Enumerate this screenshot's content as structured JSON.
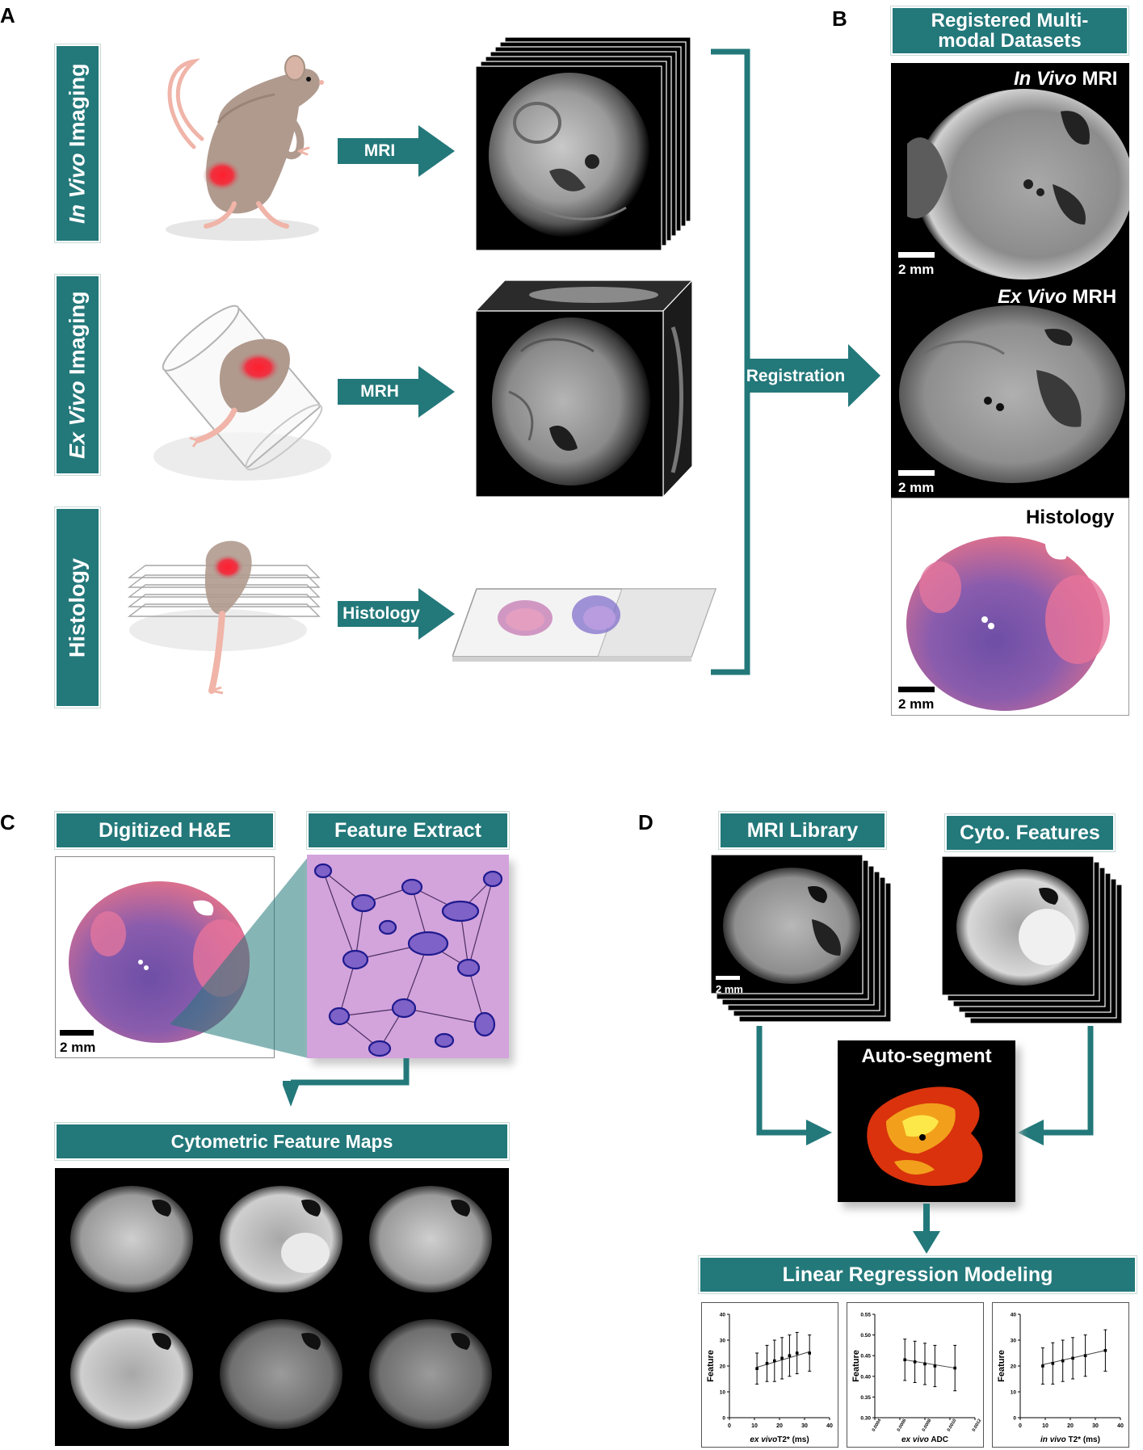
{
  "panels": {
    "A": "A",
    "B": "B",
    "C": "C",
    "D": "D"
  },
  "row_labels": {
    "in_vivo_em": "In Vivo",
    "in_vivo_rest": " Imaging",
    "ex_vivo_em": "Ex Vivo",
    "ex_vivo_rest": " Imaging",
    "histology": "Histology"
  },
  "arrows": {
    "mri": "MRI",
    "mrh": "MRH",
    "histology": "Histology",
    "registration": "Registration"
  },
  "panel_b": {
    "title_line1": "Registered Multi-",
    "title_line2": "modal Datasets",
    "in_vivo_em": "In Vivo",
    "in_vivo_rest": " MRI",
    "ex_vivo_em": "Ex Vivo",
    "ex_vivo_rest": " MRH",
    "histology": "Histology",
    "scale": "2 mm"
  },
  "panel_c": {
    "digitized": "Digitized H&E",
    "feature_extract": "Feature Extract",
    "cytometric": "Cytometric Feature Maps",
    "scale": "2 mm"
  },
  "panel_d": {
    "mri_library": "MRI Library",
    "cyto_features": "Cyto. Features",
    "auto_segment": "Auto-segment",
    "linear_regression": "Linear Regression Modeling",
    "scale": "2 mm"
  },
  "colors": {
    "teal": "#23787a",
    "histology_pink": "#d9708f",
    "histology_purple": "#6a4a9c",
    "nuclei_blue": "#3a3ec4"
  },
  "chart_data": [
    {
      "type": "scatter",
      "xlabel_em": "ex vivo",
      "xlabel_rest": "T2* (ms)",
      "ylabel": "Feature",
      "xlim": [
        0,
        40
      ],
      "ylim": [
        0,
        40
      ],
      "xticks": [
        "0",
        "10",
        "20",
        "30",
        "40"
      ],
      "yticks": [
        "0",
        "10",
        "20",
        "30",
        "40"
      ],
      "x": [
        11,
        15,
        18,
        21,
        24,
        27,
        32
      ],
      "y": [
        19,
        21,
        22,
        23,
        24,
        25,
        25
      ],
      "err": [
        6,
        7,
        8,
        8,
        8,
        8,
        7
      ],
      "fit": [
        [
          11,
          19.5
        ],
        [
          32,
          25.5
        ]
      ]
    },
    {
      "type": "scatter",
      "xlabel_em": "ex vivo",
      "xlabel_rest": " ADC",
      "ylabel": "Feature",
      "xlim": [
        0.0002,
        0.0012
      ],
      "ylim": [
        0.3,
        0.55
      ],
      "xticks": [
        "0.0004",
        "0.0006",
        "0.0008",
        "0.0010",
        "0.0012"
      ],
      "yticks": [
        "0.30",
        "0.35",
        "0.40",
        "0.45",
        "0.50",
        "0.55"
      ],
      "x": [
        0.0005,
        0.0006,
        0.0007,
        0.0008,
        0.001
      ],
      "y": [
        0.44,
        0.435,
        0.43,
        0.425,
        0.42
      ],
      "err": [
        0.05,
        0.05,
        0.05,
        0.05,
        0.055
      ],
      "fit": [
        [
          0.0005,
          0.44
        ],
        [
          0.001,
          0.42
        ]
      ]
    },
    {
      "type": "scatter",
      "xlabel_em": "in vivo",
      "xlabel_rest": " T2* (ms)",
      "ylabel": "Feature",
      "xlim": [
        0,
        40
      ],
      "ylim": [
        0,
        40
      ],
      "xticks": [
        "0",
        "10",
        "20",
        "30",
        "40"
      ],
      "yticks": [
        "0",
        "10",
        "20",
        "30",
        "40"
      ],
      "x": [
        9,
        13,
        17,
        21,
        26,
        34
      ],
      "y": [
        20,
        21,
        22,
        23,
        24,
        26
      ],
      "err": [
        7,
        8,
        8,
        8,
        8,
        8
      ],
      "fit": [
        [
          9,
          20.5
        ],
        [
          34,
          26
        ]
      ]
    }
  ]
}
